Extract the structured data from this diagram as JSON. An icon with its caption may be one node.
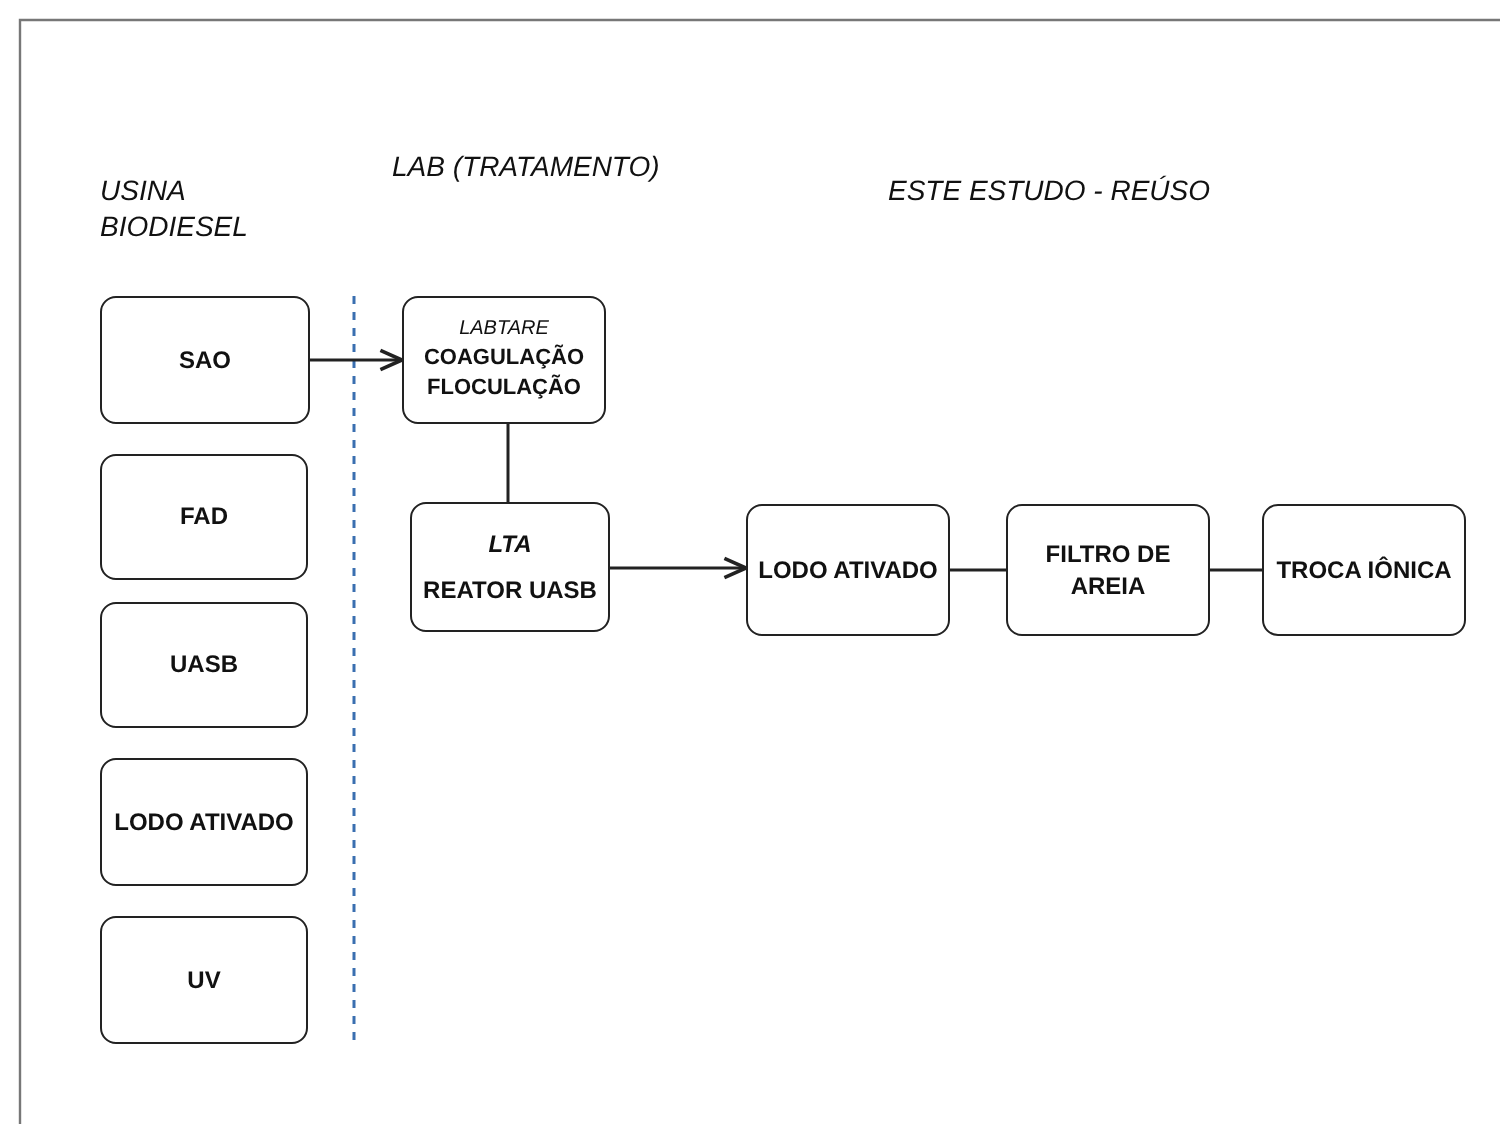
{
  "diagram": {
    "nodes": [
      {
        "text": [
          "SAO"
        ]
      },
      {
        "text": [
          "FAD"
        ]
      },
      {
        "text": [
          "UASB"
        ]
      },
      {
        "text": [
          "LODO ATIVADO"
        ]
      },
      {
        "text": [
          "UV"
        ]
      },
      {
        "text": [
          "LABTARE",
          "COAGULAÇÃO FLOCULAÇÃO"
        ]
      },
      {
        "text": [
          "LTA",
          "REATOR UASB"
        ]
      },
      {
        "text": [
          "LODO ATIVADO"
        ]
      },
      {
        "text": [
          "FILTRO DE AREIA"
        ]
      },
      {
        "text": [
          "TROCA IÔNICA"
        ]
      }
    ],
    "edges": [
      {
        "from": 0,
        "to": 5,
        "arrow": "to"
      },
      {
        "from": 5,
        "to": 6,
        "arrow": "none"
      },
      {
        "from": 6,
        "to": 7,
        "arrow": "to"
      },
      {
        "from": 7,
        "to": 8,
        "arrow": "none"
      },
      {
        "from": 8,
        "to": 9,
        "arrow": "none"
      }
    ],
    "labels": [
      "USINA BIODIESEL",
      "LAB (TRATAMENTO)",
      "ESTE ESTUDO - REÚSO"
    ]
  }
}
